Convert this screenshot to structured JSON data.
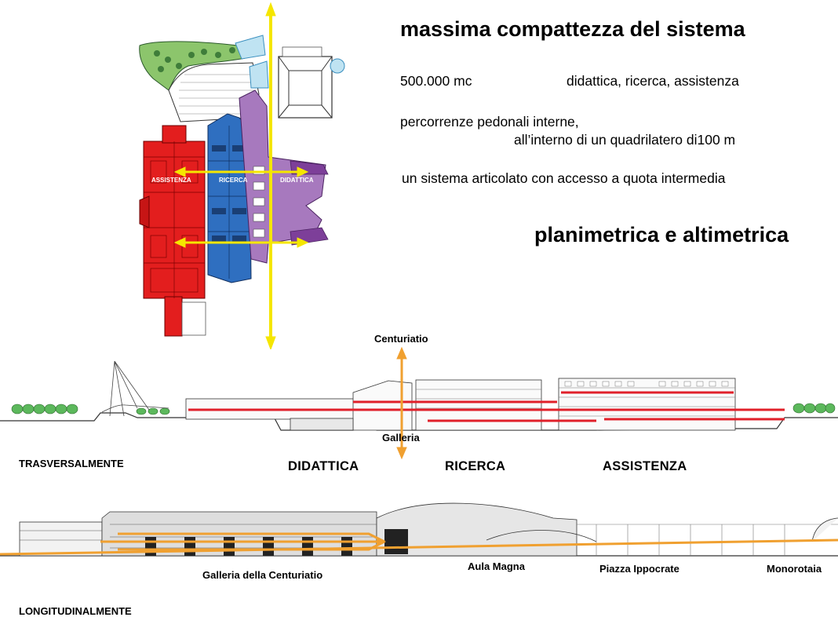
{
  "header": {
    "title": "massima compattezza del sistema",
    "volume": "500.000 mc",
    "functions": "didattica, ricerca, assistenza",
    "paths_line1": "percorrenze pedonali interne,",
    "paths_line2": "all’interno di un quadrilatero di100 m",
    "system_line": "un sistema articolato con accesso a quota intermedia",
    "subtitle": "planimetrica  e altimetrica"
  },
  "plan": {
    "labels": [
      "ASSISTENZA",
      "RICERCA",
      "DIDATTICA"
    ],
    "colors": {
      "assistenza": "#e31e1e",
      "ricerca": "#2f6fc0",
      "didattica": "#a779be",
      "axis": "#f5e600"
    }
  },
  "cross_section": {
    "top_label": "Centuriatio",
    "bottom_label": "Galleria",
    "heading": "TRASVERSALMENTE",
    "zones": [
      "DIDATTICA",
      "RICERCA",
      "ASSISTENZA"
    ],
    "colors": {
      "path": "#e0202a",
      "axis": "#f0a030"
    }
  },
  "long_section": {
    "labels": [
      "Galleria della Centuriatio",
      "Aula Magna",
      "Piazza Ippocrate",
      "Monorotaia"
    ],
    "heading": "LONGITUDINALMENTE",
    "colors": {
      "path": "#f0a030"
    }
  }
}
